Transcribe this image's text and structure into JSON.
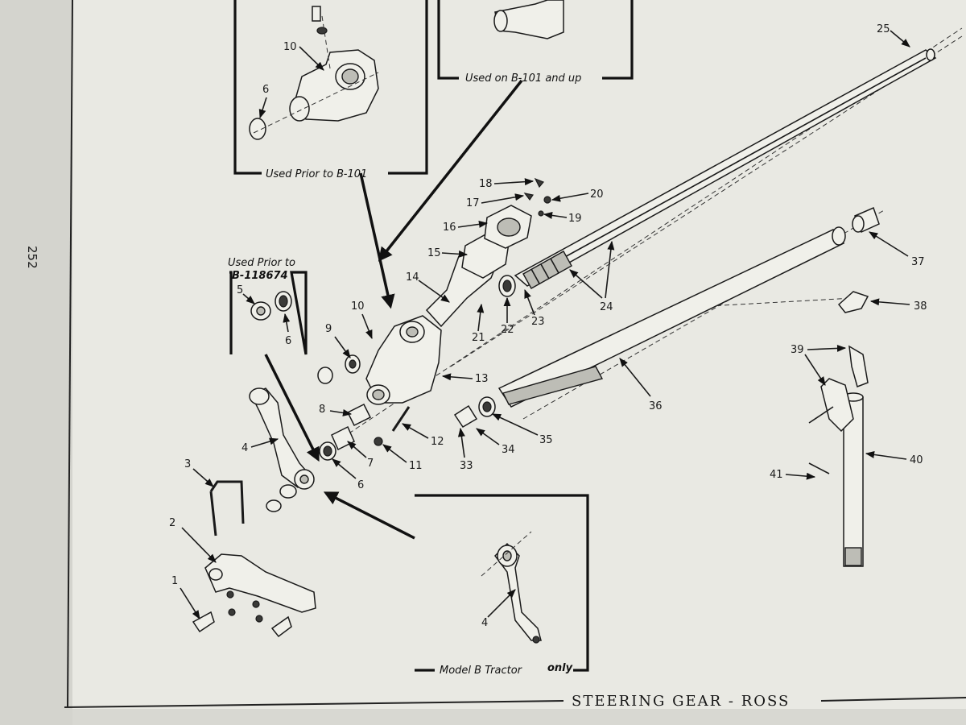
{
  "page_number": "252",
  "footer_title": "STEERING GEAR - ROSS",
  "callouts": {
    "used_prior_b101": "Used Prior to B-101",
    "used_on_b101": "Used on B-101 and up",
    "used_prior_b118": "Used Prior to",
    "used_prior_b118_num": "B-118674",
    "model_b_part1": "Model B Tractor",
    "model_b_part2": "only"
  },
  "labels": {
    "p1": "1",
    "p2": "2",
    "p3": "3",
    "p4a": "4",
    "p4b": "4",
    "p5": "5",
    "p6a": "6",
    "p6b": "6",
    "p6c": "6",
    "p7": "7",
    "p8": "8",
    "p9": "9",
    "p10a": "10",
    "p10b": "10",
    "p11": "11",
    "p12": "12",
    "p13": "13",
    "p14": "14",
    "p15": "15",
    "p16": "16",
    "p17": "17",
    "p18": "18",
    "p19": "19",
    "p20": "20",
    "p21": "21",
    "p22": "22",
    "p23": "23",
    "p24": "24",
    "p25": "25",
    "p33": "33",
    "p34": "34",
    "p35": "35",
    "p36": "36",
    "p37": "37",
    "p38": "38",
    "p39": "39",
    "p40": "40",
    "p41": "41"
  }
}
